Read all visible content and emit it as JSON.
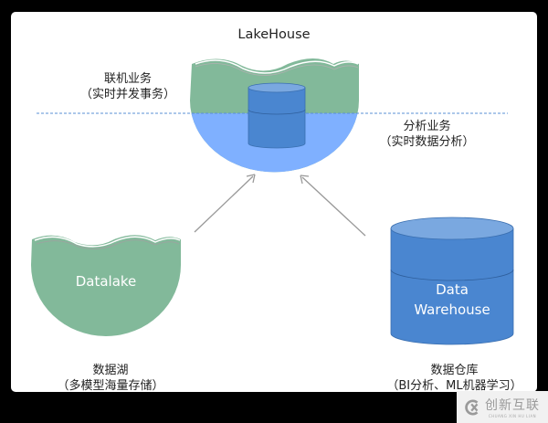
{
  "title": "LakeHouse",
  "lakehouse": {
    "online_business": {
      "title": "联机业务",
      "subtitle": "（实时并发事务）"
    },
    "analytics_business": {
      "title": "分析业务",
      "subtitle": "（实时数据分析）"
    }
  },
  "datalake": {
    "inner_label": "Datalake",
    "title": "数据湖",
    "subtitle": "（多模型海量存储）"
  },
  "warehouse": {
    "inner_label_line1": "Data",
    "inner_label_line2": "Warehouse",
    "title": "数据仓库",
    "subtitle": "（BI分析、ML机器学习）"
  },
  "colors": {
    "lake_green": "#82b99a",
    "analytics_blue": "#7fb0ff",
    "cylinder_blue": "#4a86d0",
    "cylinder_top": "#7aa8e0",
    "arrow_gray": "#999999",
    "dash_blue": "#5a8fd6"
  },
  "watermark": {
    "text_cn": "创新互联",
    "text_en": "CHUANG XIN HU LIAN"
  }
}
